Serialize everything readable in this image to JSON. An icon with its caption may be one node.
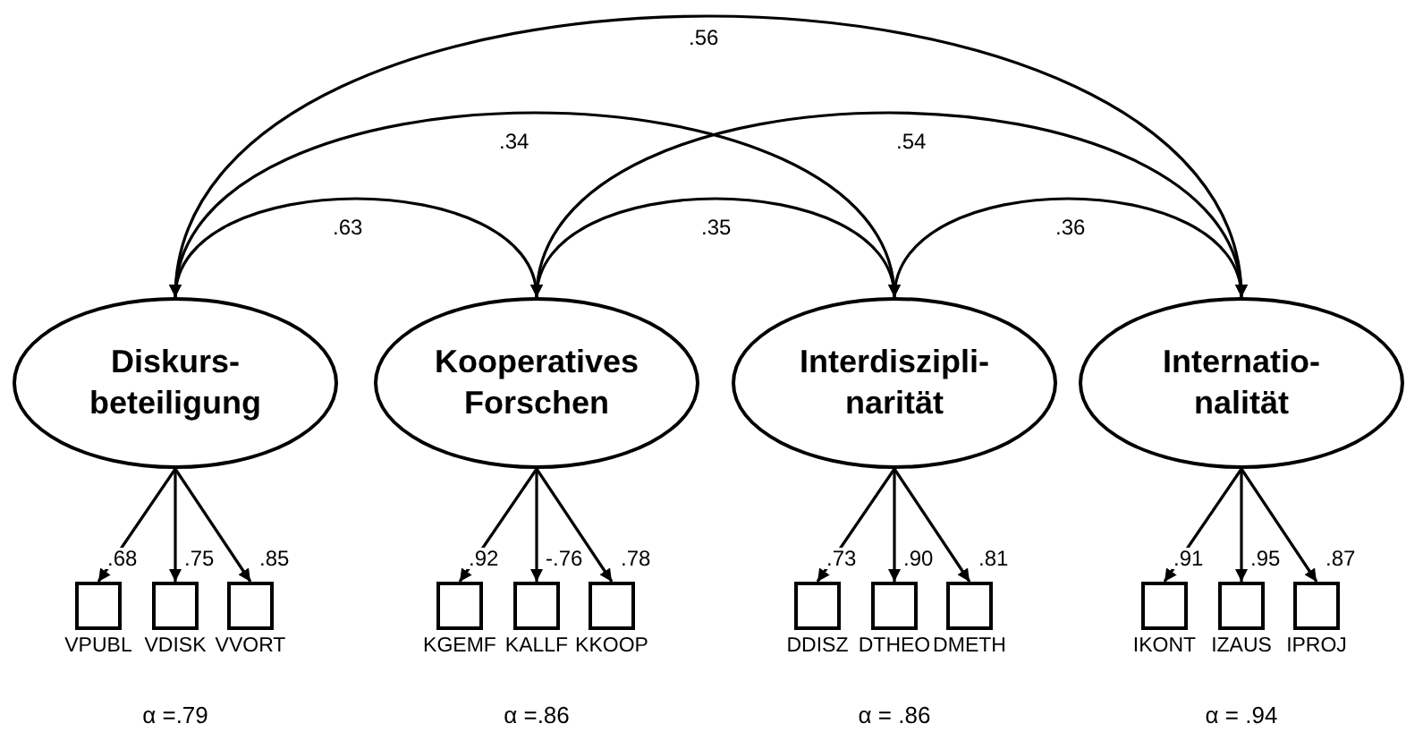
{
  "diagram": {
    "nodes": [
      {
        "text": [
          "Diskurs- beteiligung"
        ]
      },
      {
        "text": [
          "Kooperatives Forschen"
        ]
      },
      {
        "text": [
          "Interdiszipli- narität"
        ]
      },
      {
        "text": [
          "Internatio- nalität"
        ]
      },
      {
        "text": [
          "VPUBL"
        ]
      },
      {
        "text": [
          "VDISK"
        ]
      },
      {
        "text": [
          "VVORT"
        ]
      },
      {
        "text": [
          "KGEMF"
        ]
      },
      {
        "text": [
          "KALLF"
        ]
      },
      {
        "text": [
          "KKOOP"
        ]
      },
      {
        "text": [
          "DDISZ"
        ]
      },
      {
        "text": [
          "DTHEO"
        ]
      },
      {
        "text": [
          "DMETH"
        ]
      },
      {
        "text": [
          "IKONT"
        ]
      },
      {
        "text": [
          "IZAUS"
        ]
      },
      {
        "text": [
          "IPROJ"
        ]
      }
    ],
    "edges": [
      {
        "from": 0,
        "to": 3,
        "arrow": "both",
        "label": ".56"
      },
      {
        "from": 0,
        "to": 2,
        "arrow": "both",
        "label": ".34"
      },
      {
        "from": 1,
        "to": 3,
        "arrow": "both",
        "label": ".54"
      },
      {
        "from": 0,
        "to": 1,
        "arrow": "both",
        "label": ".63"
      },
      {
        "from": 1,
        "to": 2,
        "arrow": "both",
        "label": ".35"
      },
      {
        "from": 2,
        "to": 3,
        "arrow": "both",
        "label": ".36"
      },
      {
        "from": 0,
        "to": 4,
        "arrow": "to",
        "label": ".68"
      },
      {
        "from": 0,
        "to": 5,
        "arrow": "to",
        "label": ".75"
      },
      {
        "from": 0,
        "to": 6,
        "arrow": "to",
        "label": ".85"
      },
      {
        "from": 1,
        "to": 7,
        "arrow": "to",
        "label": ".92"
      },
      {
        "from": 1,
        "to": 8,
        "arrow": "to",
        "label": "-.76"
      },
      {
        "from": 1,
        "to": 9,
        "arrow": "to",
        "label": ".78"
      },
      {
        "from": 2,
        "to": 10,
        "arrow": "to",
        "label": ".73"
      },
      {
        "from": 2,
        "to": 11,
        "arrow": "to",
        "label": ".90"
      },
      {
        "from": 2,
        "to": 12,
        "arrow": "to",
        "label": ".81"
      },
      {
        "from": 3,
        "to": 13,
        "arrow": "to",
        "label": ".91"
      },
      {
        "from": 3,
        "to": 14,
        "arrow": "to",
        "label": ".95"
      },
      {
        "from": 3,
        "to": 15,
        "arrow": "to",
        "label": ".87"
      }
    ],
    "labels": [
      "α =.79",
      "α =.86",
      "α = .86",
      "α = .94"
    ]
  }
}
